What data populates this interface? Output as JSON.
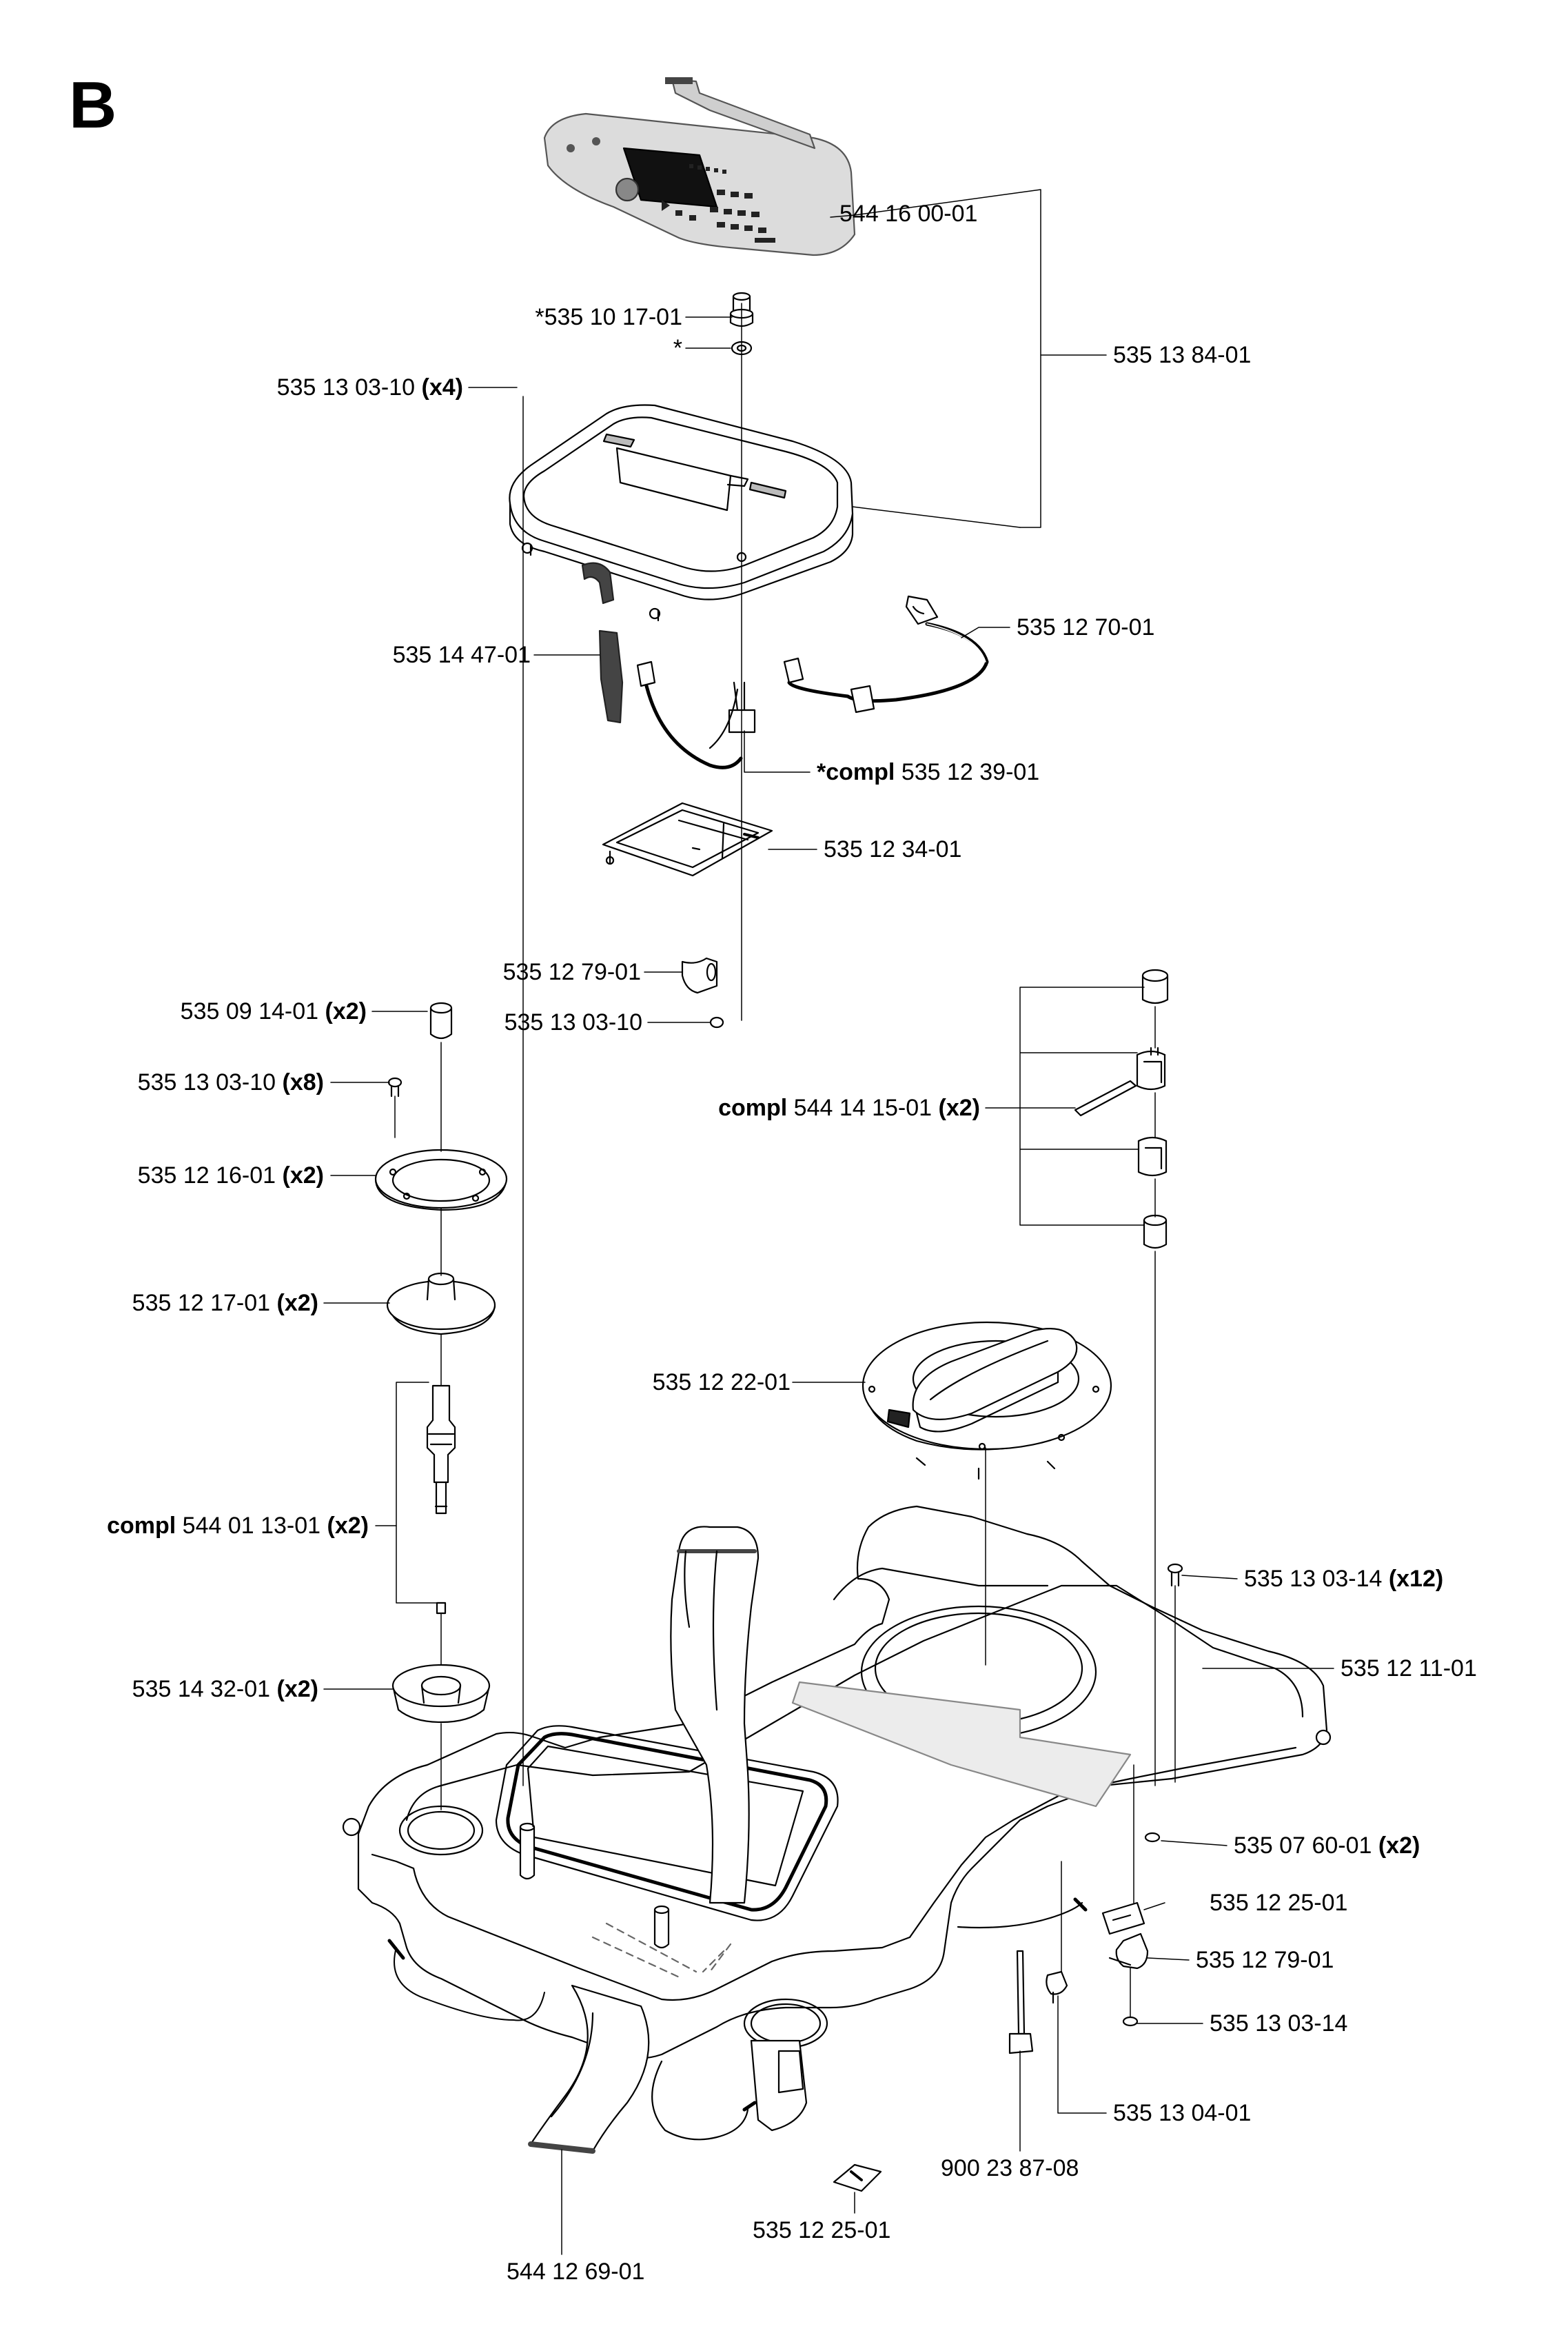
{
  "section_letter": "B",
  "callouts": {
    "c01": {
      "pre": "",
      "num": "544 16 00-01",
      "qty": ""
    },
    "c02": {
      "pre": "",
      "num": "*535 10 17-01",
      "qty": ""
    },
    "c03": {
      "pre": "",
      "num": "*",
      "qty": ""
    },
    "c04": {
      "pre": "",
      "num": "535 13 84-01",
      "qty": ""
    },
    "c05": {
      "pre": "",
      "num": "535 13 03-10",
      "qty": "(x4)"
    },
    "c06": {
      "pre": "",
      "num": "535 12 70-01",
      "qty": ""
    },
    "c07": {
      "pre": "",
      "num": "535 14 47-01",
      "qty": ""
    },
    "c08": {
      "pre": "*compl",
      "num": "535 12 39-01",
      "qty": ""
    },
    "c09": {
      "pre": "",
      "num": "535 12 34-01",
      "qty": ""
    },
    "c10": {
      "pre": "",
      "num": "535 12 79-01",
      "qty": ""
    },
    "c11": {
      "pre": "",
      "num": "535 13 03-10",
      "qty": ""
    },
    "c12": {
      "pre": "",
      "num": "535 09 14-01",
      "qty": "(x2)"
    },
    "c13": {
      "pre": "",
      "num": "535 13 03-10",
      "qty": "(x8)"
    },
    "c14": {
      "pre": "",
      "num": "535 12 16-01",
      "qty": "(x2)"
    },
    "c15": {
      "pre": "compl",
      "num": "544 14 15-01",
      "qty": "(x2)"
    },
    "c16": {
      "pre": "",
      "num": "535 12 17-01",
      "qty": "(x2)"
    },
    "c17": {
      "pre": "",
      "num": "535 12 22-01",
      "qty": ""
    },
    "c18": {
      "pre": "compl",
      "num": "544 01 13-01",
      "qty": "(x2)"
    },
    "c19": {
      "pre": "",
      "num": "535 13 03-14",
      "qty": "(x12)"
    },
    "c20": {
      "pre": "",
      "num": "535 12 11-01",
      "qty": ""
    },
    "c21": {
      "pre": "",
      "num": "535 14 32-01",
      "qty": "(x2)"
    },
    "c22": {
      "pre": "",
      "num": "535 07 60-01",
      "qty": "(x2)"
    },
    "c23": {
      "pre": "",
      "num": "535 12 25-01",
      "qty": ""
    },
    "c24": {
      "pre": "",
      "num": "535 12 79-01",
      "qty": ""
    },
    "c25": {
      "pre": "",
      "num": "535 13 03-14",
      "qty": ""
    },
    "c26": {
      "pre": "",
      "num": "535 13 04-01",
      "qty": ""
    },
    "c27": {
      "pre": "",
      "num": "900 23 87-08",
      "qty": ""
    },
    "c28": {
      "pre": "",
      "num": "535 12 25-01",
      "qty": ""
    },
    "c29": {
      "pre": "",
      "num": "544 12 69-01",
      "qty": ""
    }
  }
}
